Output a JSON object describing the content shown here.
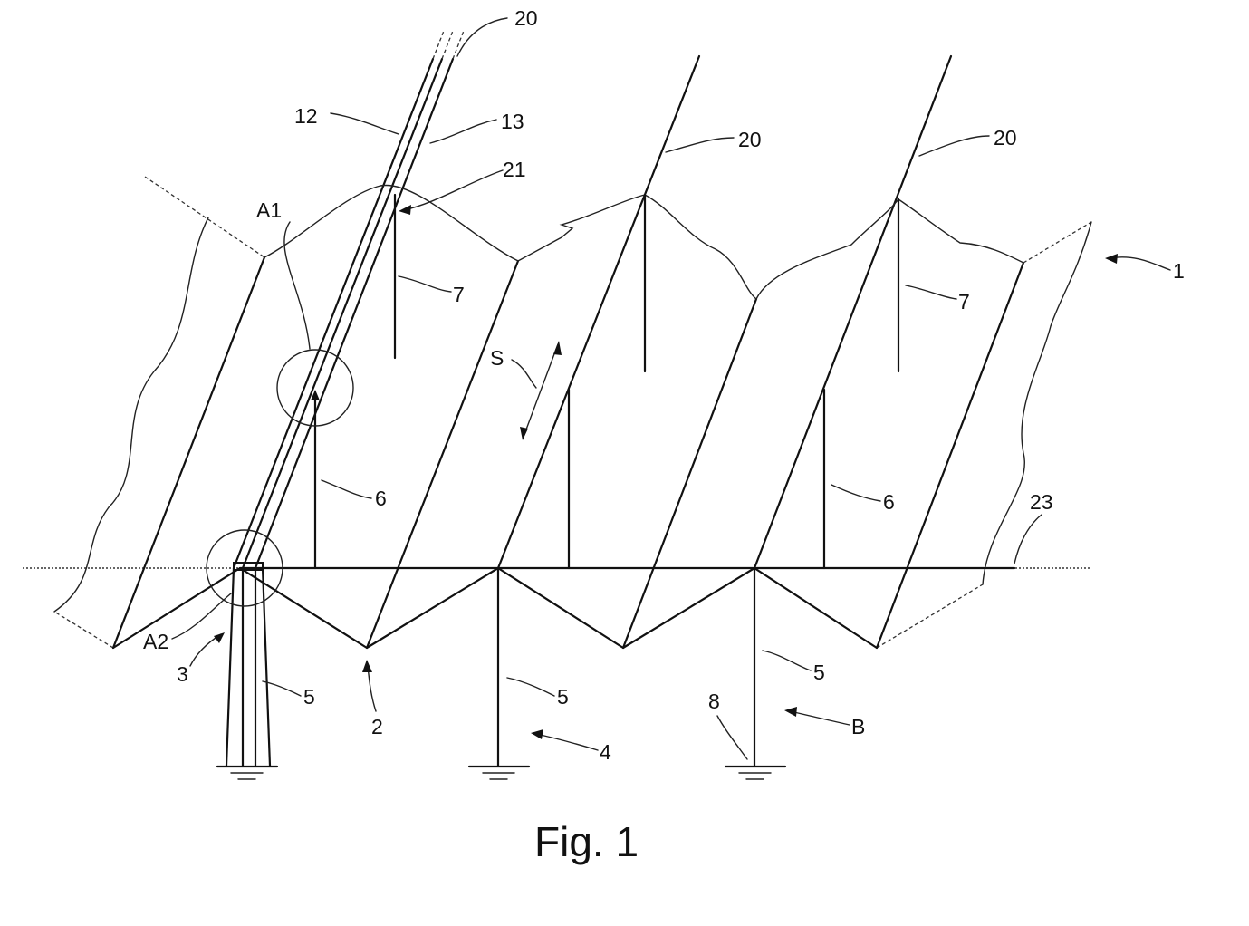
{
  "figure": {
    "caption": "Fig. 1",
    "labels": {
      "l20a": "20",
      "l20b": "20",
      "l20c": "20",
      "l12": "12",
      "l13": "13",
      "l21": "21",
      "lA1": "A1",
      "l7a": "7",
      "l7b": "7",
      "l1": "1",
      "lS": "S",
      "l6a": "6",
      "l6b": "6",
      "l23": "23",
      "lA2": "A2",
      "l3": "3",
      "l2": "2",
      "l5a": "5",
      "l5b": "5",
      "l5c": "5",
      "l4": "4",
      "l8": "8",
      "lB": "B"
    }
  }
}
